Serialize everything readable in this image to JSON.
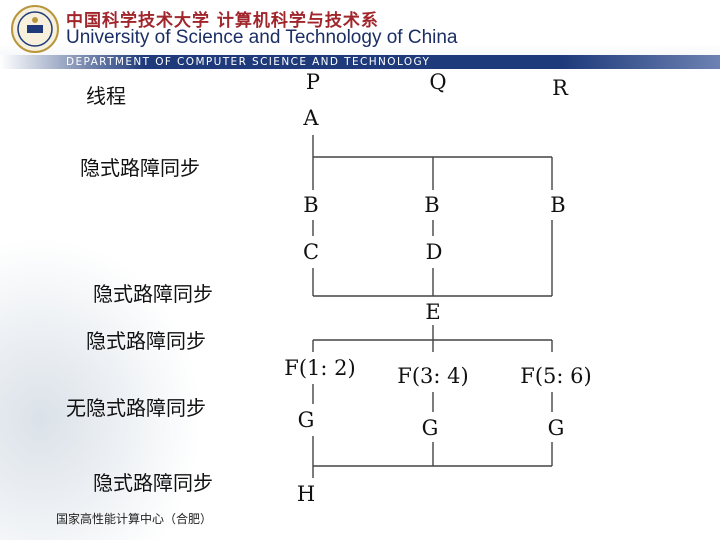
{
  "header": {
    "university_cn": "中国科学技术大学 计算机科学与技术系",
    "university_en": "University of Science and Technology of China",
    "department_en": "DEPARTMENT OF COMPUTER SCIENCE AND TECHNOLOGY",
    "logo_icon": "university-seal-icon"
  },
  "labels": {
    "thread": "线程",
    "implicit_barrier_1": "隐式路障同步",
    "implicit_barrier_2": "隐式路障同步",
    "implicit_barrier_3": "隐式路障同步",
    "no_implicit_barrier": "无隐式路障同步",
    "implicit_barrier_4": "隐式路障同步"
  },
  "threads": {
    "p": "P",
    "q": "Q",
    "r": "R"
  },
  "nodes": {
    "a": "A",
    "b1": "B",
    "b2": "B",
    "b3": "B",
    "c": "C",
    "d": "D",
    "e": "E",
    "f1": "F(1: 2)",
    "f2": "F(3: 4)",
    "f3": "F(5: 6)",
    "g1": "G",
    "g2": "G",
    "g3": "G",
    "h": "H"
  },
  "footer": "国家高性能计算中心（合肥）",
  "colors": {
    "header_blue": "#1e3a7a",
    "header_red": "#a0262c",
    "line": "#444444"
  }
}
